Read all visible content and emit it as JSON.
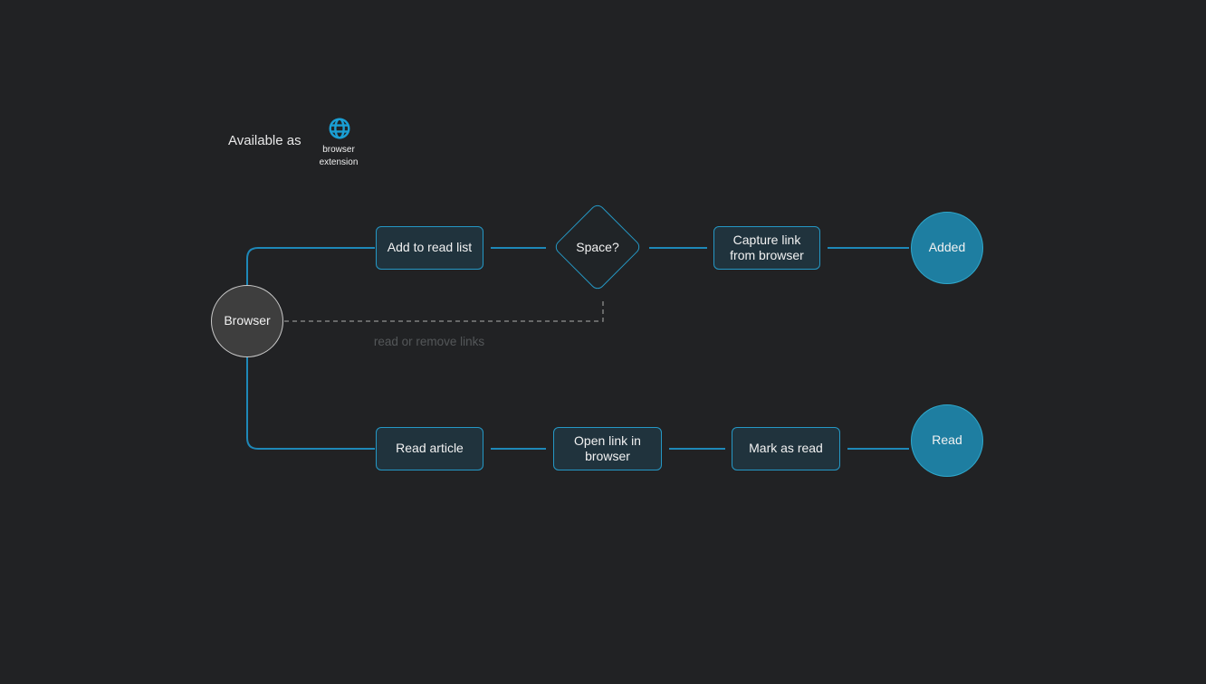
{
  "legend": {
    "available_as": "Available as",
    "extension_label": "browser extension"
  },
  "nodes": {
    "browser": {
      "label": "Browser",
      "shape": "circle"
    },
    "add_to_read_list": {
      "label": "Add to read list",
      "shape": "box"
    },
    "space": {
      "label": "Space?",
      "shape": "diamond"
    },
    "capture_link": {
      "label": "Capture link from browser",
      "shape": "box"
    },
    "added": {
      "label": "Added",
      "shape": "circle"
    },
    "read_article": {
      "label": "Read article",
      "shape": "box"
    },
    "open_link": {
      "label": "Open link in browser",
      "shape": "box"
    },
    "mark_as_read": {
      "label": "Mark as read",
      "shape": "box"
    },
    "read": {
      "label": "Read",
      "shape": "circle"
    }
  },
  "edges": {
    "read_or_remove_label": "read or remove links"
  },
  "icons": {
    "globe": "globe-icon"
  },
  "colors": {
    "background": "#212224",
    "accent": "#2598c5",
    "connector": "#1e88b8",
    "box-fill": "#20333d",
    "diamond-fill": "#202427",
    "terminal-fill": "#1e7ea1",
    "terminal-border": "#2fa9cd",
    "neutral-circle-fill": "#3e3e3e",
    "neutral-circle-border": "#c9c9c9",
    "dashed-line": "#7f7f7f",
    "dim-label": "#545759",
    "text": "#f2f2f2",
    "icon": "#1a9fd4"
  }
}
